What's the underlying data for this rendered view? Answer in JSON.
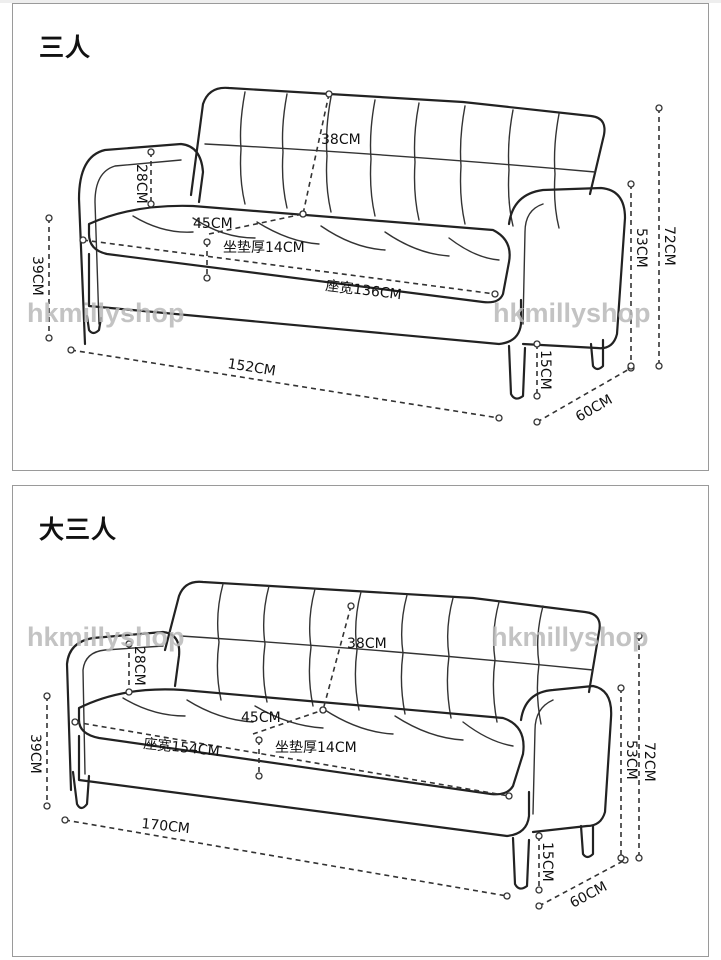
{
  "panels": [
    {
      "title": "三人",
      "watermark": "hkmillyshop",
      "labels": {
        "back_height": "38CM",
        "arm_height": "28CM",
        "seat_depth": "45CM",
        "cushion_thickness": "坐垫厚14CM",
        "seat_height": "39CM",
        "seat_width": "座宽136CM",
        "total_width": "152CM",
        "leg_height": "15CM",
        "arm_total_height": "53CM",
        "total_height": "72CM",
        "depth": "60CM"
      }
    },
    {
      "title": "大三人",
      "watermark": "hkmillyshop",
      "labels": {
        "back_height": "38CM",
        "arm_height": "28CM",
        "seat_depth": "45CM",
        "cushion_thickness": "坐垫厚14CM",
        "seat_height": "39CM",
        "seat_width": "座宽154CM",
        "total_width": "170CM",
        "leg_height": "15CM",
        "arm_total_height": "53CM",
        "total_height": "72CM",
        "depth": "60CM"
      }
    }
  ],
  "colors": {
    "line": "#222222",
    "border": "#9a9a9a",
    "watermark": "#b9b9b9"
  }
}
